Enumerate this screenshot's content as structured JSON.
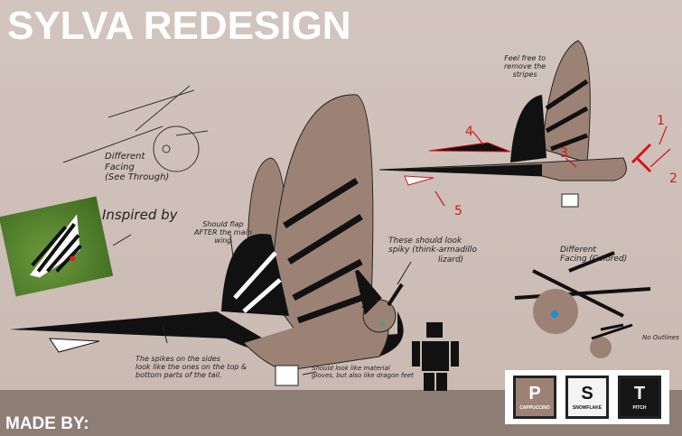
{
  "title": "SYLVA REDESIGN",
  "footer": {
    "made_by": "MADE BY:"
  },
  "notes": {
    "different_facing_see_through": [
      "Different",
      "Facing",
      "(See Through)"
    ],
    "inspired_by": "Inspired by",
    "should_flap": [
      "Should flap",
      "AFTER the main",
      "wing"
    ],
    "feel_free": [
      "Feel free to",
      "remove the",
      "stripes"
    ],
    "spiky": [
      "These should look",
      "spiky (think-armadillo",
      "lizard)"
    ],
    "spikes_sides": [
      "The spikes on the sides",
      "look like the ones on the top &",
      "bottom parts of the tail."
    ],
    "feet": [
      "Should look like material",
      "gloves, but also like dragon feet"
    ],
    "different_facing_colored": [
      "Different",
      "Facing (Colored)"
    ],
    "no_outlines": "No Outlines"
  },
  "markers": [
    "1",
    "2",
    "3",
    "4",
    "5"
  ],
  "palette": [
    {
      "letter": "P",
      "name": "CAPPUCCINO",
      "color": "#9c8275",
      "text": "#ffffff"
    },
    {
      "letter": "S",
      "name": "SNOWFLAKE",
      "color": "#f4f4f4",
      "text": "#111111"
    },
    {
      "letter": "T",
      "name": "PITCH",
      "color": "#161616",
      "text": "#ffffff"
    }
  ],
  "colors": {
    "background": "#cdbfb8",
    "footer": "#8c7d75",
    "accent_red": "#d01818"
  }
}
